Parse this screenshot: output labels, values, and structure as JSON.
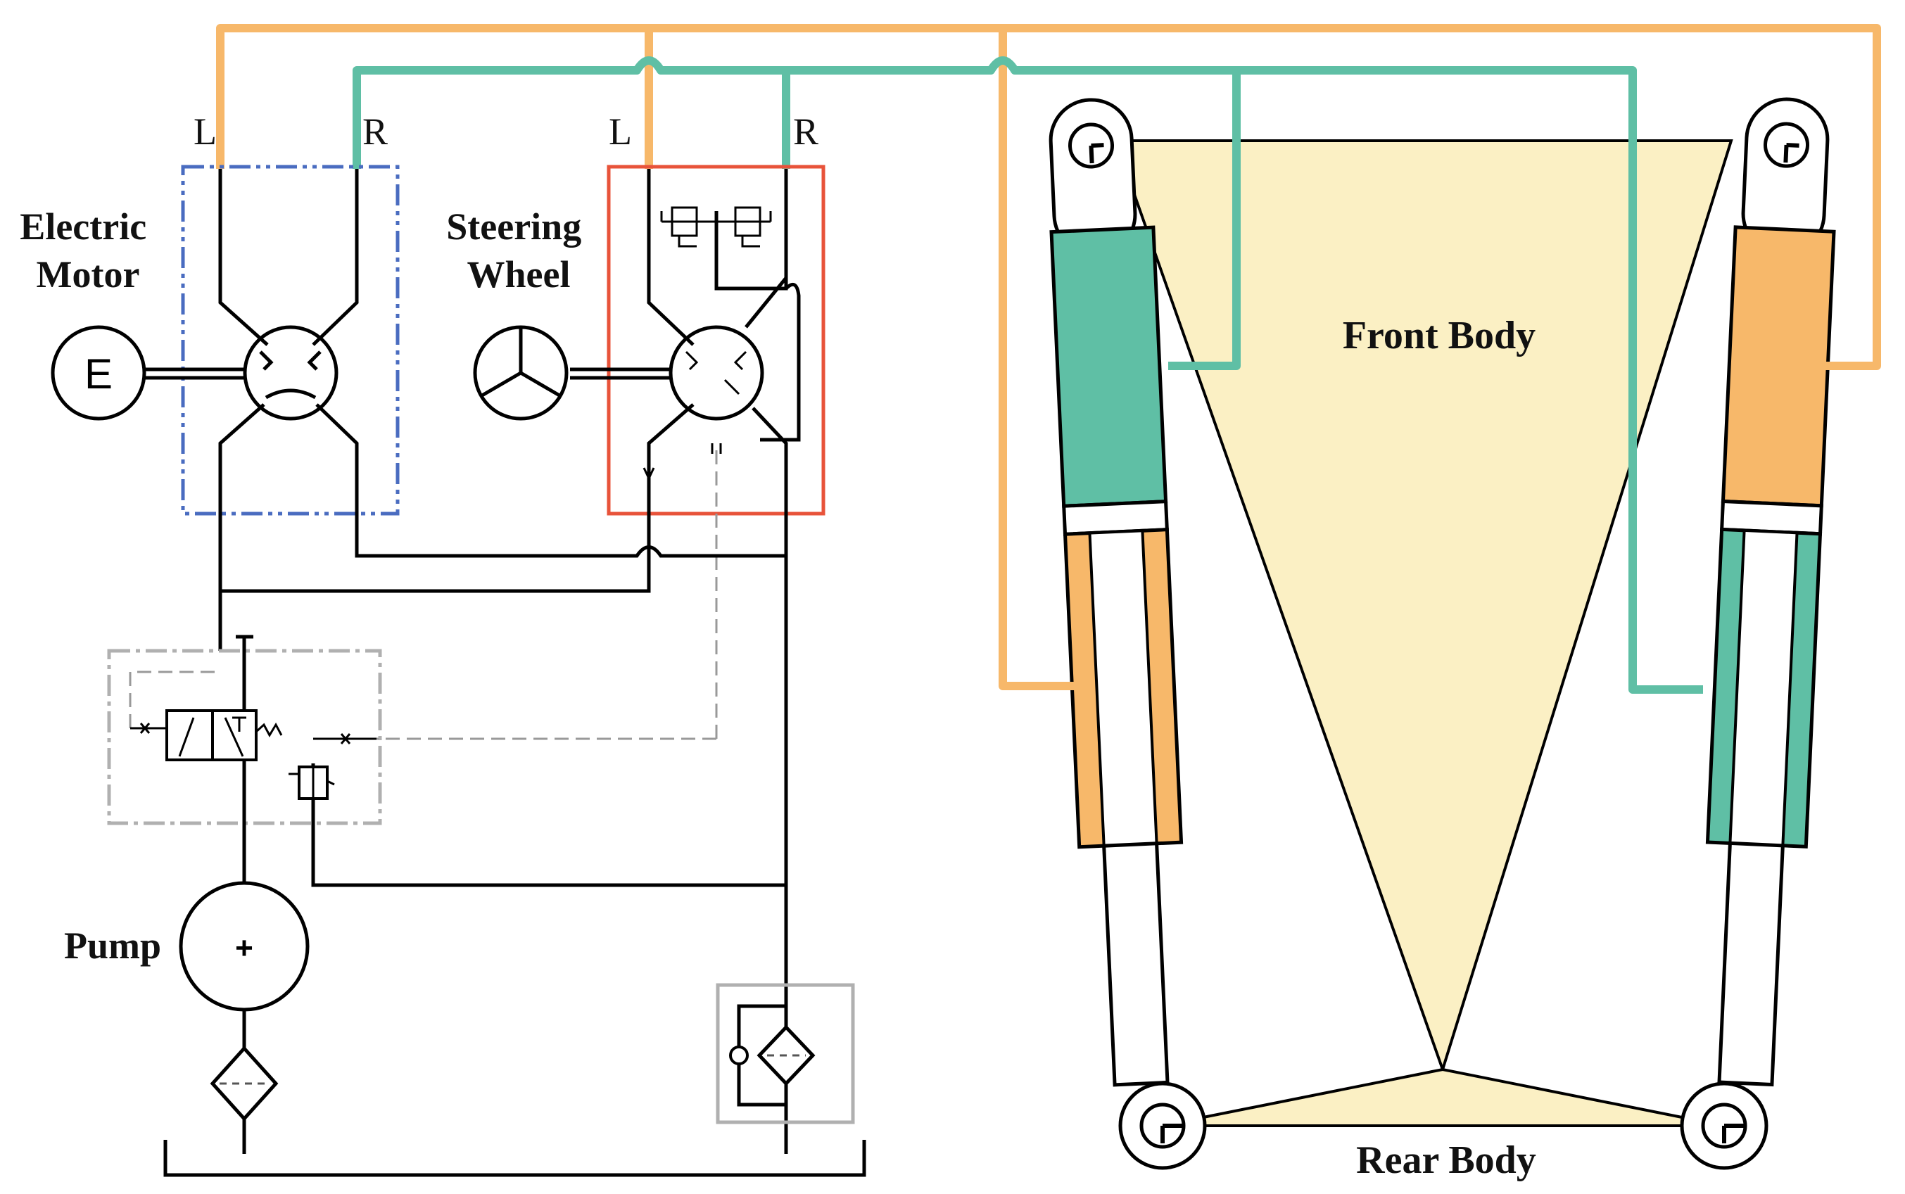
{
  "labels": {
    "electric_motor": [
      "Electric",
      "Motor"
    ],
    "steering_wheel": [
      "Steering",
      "Wheel"
    ],
    "pump": "Pump",
    "front_body": "Front Body",
    "rear_body": "Rear Body",
    "motor_symbol": "E",
    "pump_symbol": "+",
    "port_left": "L",
    "port_right": "R"
  },
  "colors": {
    "orange_line": "#F7B86A",
    "teal_line": "#5FBFA5",
    "motor_box": "#4A6CC0",
    "steering_box": "#E8533A",
    "valve_box": "#B0B0B0",
    "body_fill": "#FBF0C4",
    "hydraulic_line": "#000000"
  }
}
